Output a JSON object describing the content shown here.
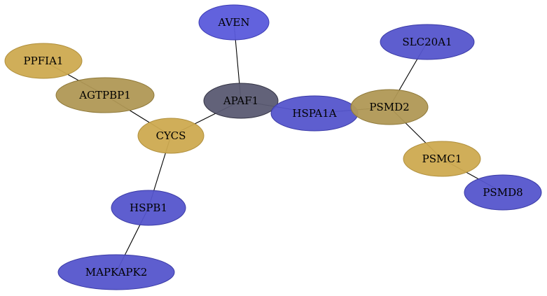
{
  "graph": {
    "palette": {
      "blue": {
        "fill": "#5555cc",
        "stroke": "#3a3aa6"
      },
      "bright_blue": {
        "fill": "#5a5adb",
        "stroke": "#3d3db5"
      },
      "gold": {
        "fill": "#cdaa50",
        "stroke": "#b08f3c"
      },
      "olive": {
        "fill": "#b09855",
        "stroke": "#8e7838"
      },
      "slate": {
        "fill": "#5a5a72",
        "stroke": "#333344"
      }
    },
    "nodes": [
      {
        "id": "AVEN",
        "label": "AVEN",
        "color": "bright_blue"
      },
      {
        "id": "PPFIA1",
        "label": "PPFIA1",
        "color": "gold"
      },
      {
        "id": "AGTPBP1",
        "label": "AGTPBP1",
        "color": "olive"
      },
      {
        "id": "APAF1",
        "label": "APAF1",
        "color": "slate"
      },
      {
        "id": "SLC20A1",
        "label": "SLC20A1",
        "color": "blue"
      },
      {
        "id": "HSPA1A",
        "label": "HSPA1A",
        "color": "blue"
      },
      {
        "id": "PSMD2",
        "label": "PSMD2",
        "color": "olive"
      },
      {
        "id": "CYCS",
        "label": "CYCS",
        "color": "gold"
      },
      {
        "id": "PSMC1",
        "label": "PSMC1",
        "color": "gold"
      },
      {
        "id": "PSMD8",
        "label": "PSMD8",
        "color": "blue"
      },
      {
        "id": "HSPB1",
        "label": "HSPB1",
        "color": "blue"
      },
      {
        "id": "MAPKAPK2",
        "label": "MAPKAPK2",
        "color": "blue"
      }
    ],
    "edges": [
      [
        "AVEN",
        "APAF1"
      ],
      [
        "PPFIA1",
        "AGTPBP1"
      ],
      [
        "AGTPBP1",
        "CYCS"
      ],
      [
        "APAF1",
        "CYCS"
      ],
      [
        "APAF1",
        "HSPA1A"
      ],
      [
        "HSPA1A",
        "PSMD2"
      ],
      [
        "SLC20A1",
        "PSMD2"
      ],
      [
        "PSMD2",
        "PSMC1"
      ],
      [
        "PSMC1",
        "PSMD8"
      ],
      [
        "CYCS",
        "HSPB1"
      ],
      [
        "HSPB1",
        "MAPKAPK2"
      ]
    ]
  }
}
